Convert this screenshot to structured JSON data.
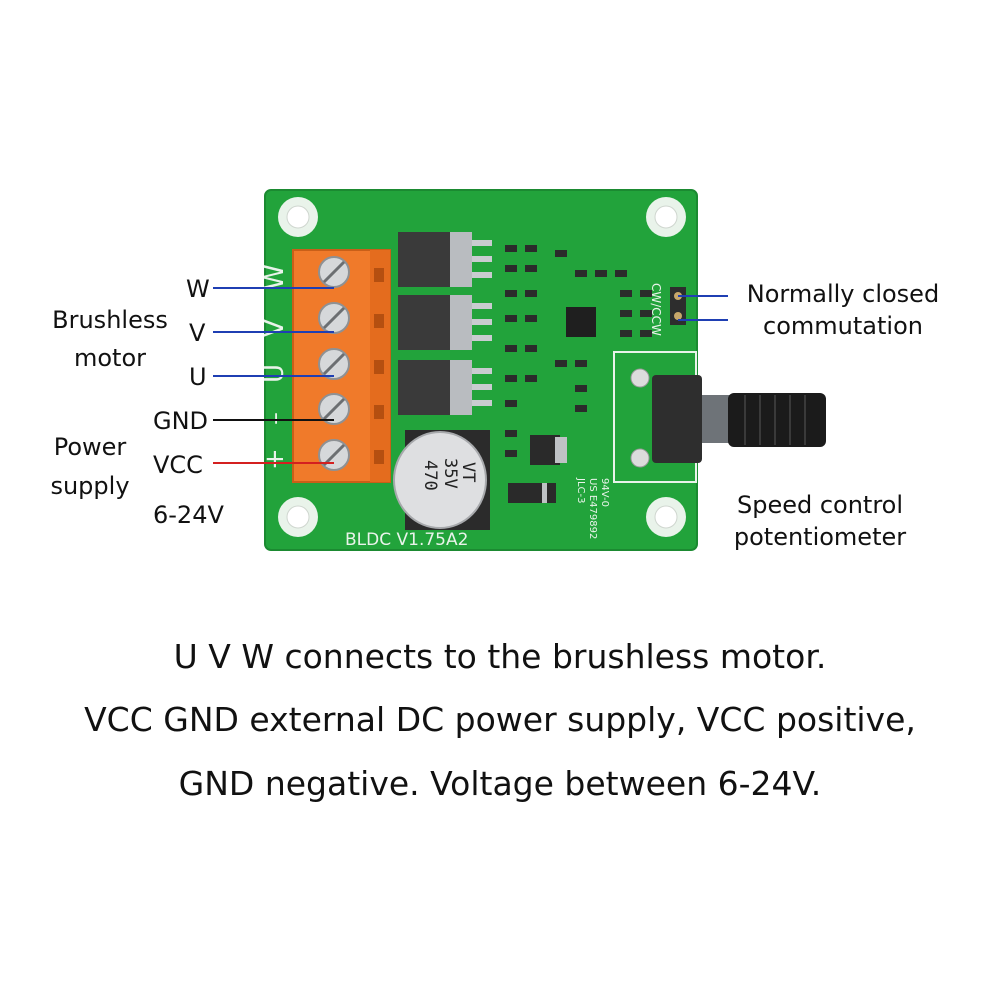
{
  "labels": {
    "w": "W",
    "v": "V",
    "u": "U",
    "gnd": "GND",
    "vcc": "VCC",
    "voltage": "6-24V",
    "brushless_1": "Brushless",
    "brushless_2": "motor",
    "power_1": "Power",
    "power_2": "supply",
    "commutation_1": "Normally closed",
    "commutation_2": "commutation",
    "speed_1": "Speed control",
    "speed_2": "potentiometer"
  },
  "board": {
    "silkscreen_model": "BLDC  V1.75A2",
    "silk_uvw": [
      "W",
      "V",
      "U",
      "–",
      "+"
    ],
    "cw_ccw": "CW/CCW",
    "cap_lines": [
      "470",
      "35V",
      "VT"
    ],
    "small_text": [
      "94V-0",
      "US E479892",
      "JLC-3"
    ]
  },
  "captions": {
    "line1": "U V W connects to the brushless motor.",
    "line2": "VCC GND external DC power supply, VCC positive,",
    "line3": "GND negative. Voltage between 6-24V."
  },
  "colors": {
    "pcb": "#22a33b",
    "terminal": "#f07a2a",
    "wire_motor": "#1f3fb3",
    "wire_gnd": "#111111",
    "wire_vcc": "#d42020"
  }
}
